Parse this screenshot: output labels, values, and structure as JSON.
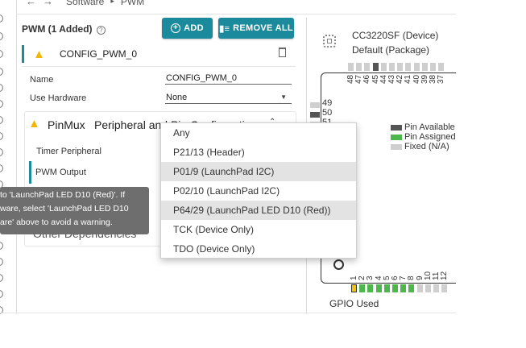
{
  "breadcrumb": {
    "items": [
      "Software",
      "PWM"
    ]
  },
  "pwm": {
    "header": "PWM (1 Added)",
    "add_label": "ADD",
    "remove_all_label": "REMOVE ALL",
    "instance_name": "CONFIG_PWM_0",
    "name_label": "Name",
    "name_value": "CONFIG_PWM_0",
    "use_hw_label": "Use Hardware",
    "use_hw_value": "None",
    "pinmux_title": "PinMux",
    "pinmux_subtitle": "Peripheral and Pin Configuration",
    "timer_label": "Timer Peripheral",
    "pwm_output_label": "PWM Output",
    "other_deps": "Other Dependencies"
  },
  "tooltip": {
    "line1": "to 'LaunchPad LED D10 (Red)'. If",
    "line2": "ware, select 'LaunchPad LED D10",
    "line3": "are' above to avoid a warning."
  },
  "dropdown": {
    "options": [
      "Any",
      "P21/13 (Header)",
      "P01/9 (LaunchPad I2C)",
      "P02/10 (LaunchPad I2C)",
      "P64/29 (LaunchPad LED D10 (Red))",
      "TCK (Device Only)",
      "TDO (Device Only)"
    ]
  },
  "device": {
    "name": "CC3220SF (Device)",
    "package": "Default (Package)",
    "top_pins": [
      "48",
      "47",
      "46",
      "45",
      "44",
      "43",
      "42",
      "41",
      "40",
      "39",
      "38",
      "37"
    ],
    "side_pins": [
      "49",
      "50",
      "51"
    ],
    "bottom_pins": [
      "1",
      "2",
      "3",
      "4",
      "5",
      "6",
      "7",
      "8",
      "9",
      "10",
      "11",
      "12"
    ],
    "gpio_label": "GPIO Used",
    "legend": [
      "Pin Available",
      "Pin Assigned",
      "Fixed (N/A)"
    ]
  },
  "colors": {
    "accent": "#1a8a9c",
    "warning": "#f2b705",
    "pin_available": "#555555",
    "pin_assigned": "#4cb84c",
    "pin_fixed": "#cfcfcf"
  }
}
